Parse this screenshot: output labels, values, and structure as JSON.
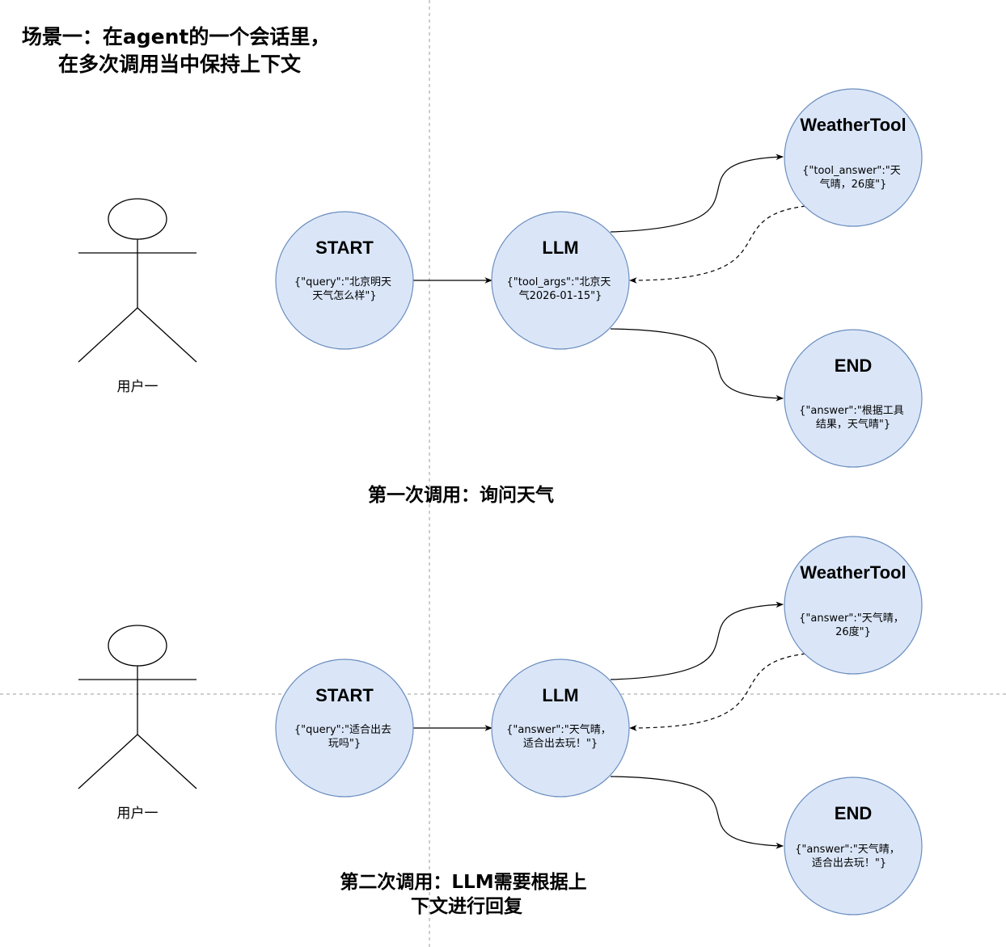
{
  "title_lines": [
    "场景一：在agent的一个会话里，",
    "在多次调用当中保持上下文"
  ],
  "scenarios": [
    {
      "caption_lines": [
        "第一次调用：询问天气"
      ],
      "actor_label": "用户一",
      "nodes": {
        "start": {
          "title": "START",
          "body_lines": [
            "{\"query\":\"北京明天",
            "天气怎么样\"}"
          ]
        },
        "llm": {
          "title": "LLM",
          "body_lines": [
            "{\"tool_args\":\"北京天",
            "气2026-01-15\"}"
          ]
        },
        "tool": {
          "title": "WeatherTool",
          "body_lines": [
            "{\"tool_answer\":\"天",
            "气晴，26度\"}"
          ]
        },
        "end": {
          "title": "END",
          "body_lines": [
            "{\"answer\":\"根据工具",
            "结果，天气晴\"}"
          ]
        }
      }
    },
    {
      "caption_lines": [
        "第二次调用：LLM需要根据上",
        "下文进行回复"
      ],
      "actor_label": "用户一",
      "nodes": {
        "start": {
          "title": "START",
          "body_lines": [
            "{\"query\":\"适合出去",
            "玩吗\"}"
          ]
        },
        "llm": {
          "title": "LLM",
          "body_lines": [
            "{\"answer\":\"天气晴，",
            "适合出去玩！\"}"
          ]
        },
        "tool": {
          "title": "WeatherTool",
          "body_lines": [
            "{\"answer\":\"天气晴，",
            "26度\"}"
          ]
        },
        "end": {
          "title": "END",
          "body_lines": [
            "{\"answer\":\"天气晴，",
            "适合出去玩！\"}"
          ]
        }
      }
    }
  ],
  "colors": {
    "node_fill": "#dae6f8",
    "node_stroke": "#6c8ebf",
    "guide": "#bdbdbd"
  }
}
